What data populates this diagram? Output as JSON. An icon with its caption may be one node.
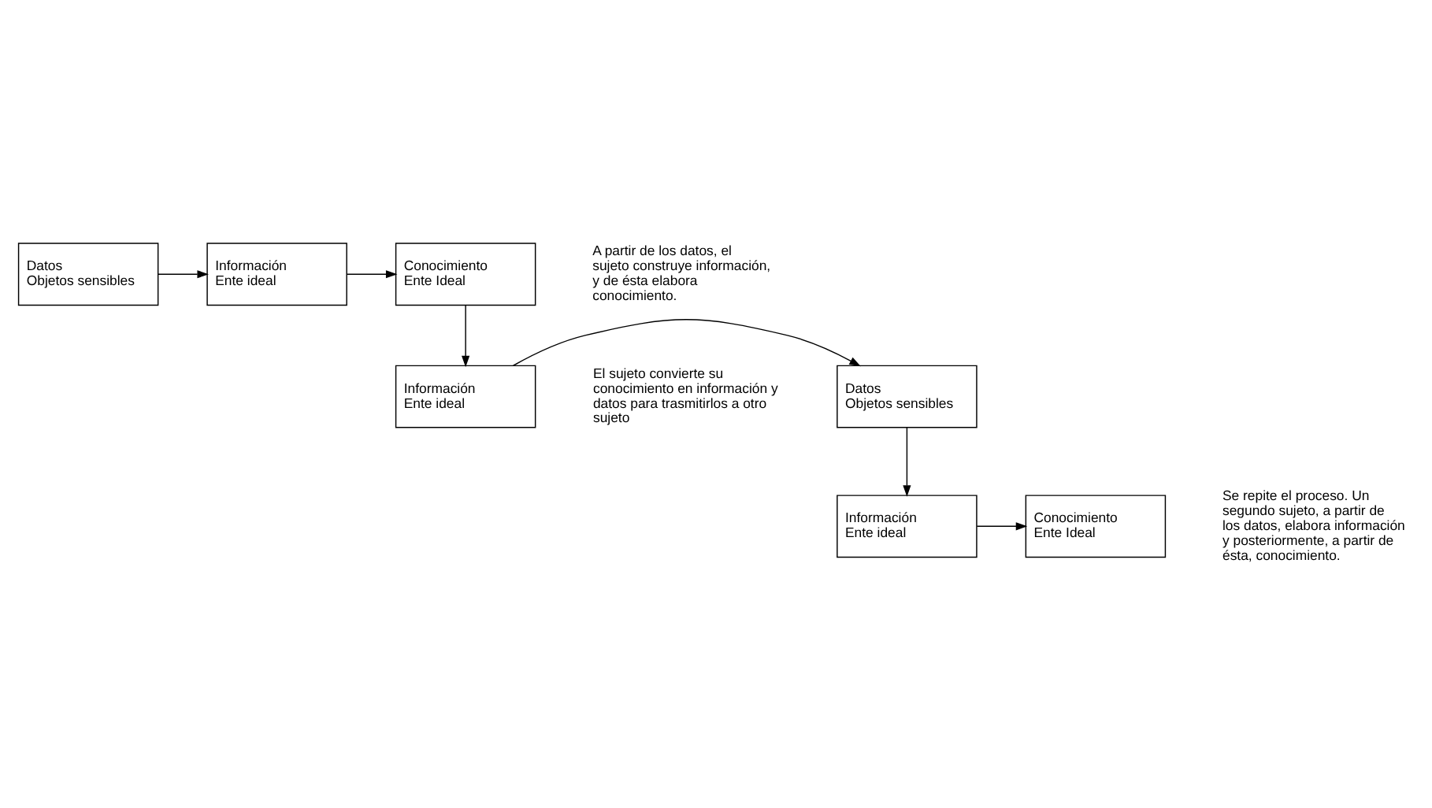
{
  "diagram": {
    "nodes": [
      {
        "text": [
          "Datos",
          "Objetos sensibles"
        ]
      },
      {
        "text": [
          "Información",
          "Ente ideal"
        ]
      },
      {
        "text": [
          "Conocimiento",
          "Ente Ideal"
        ]
      },
      {
        "text": [
          "Información",
          "Ente ideal"
        ]
      },
      {
        "text": [
          "Datos",
          "Objetos sensibles"
        ]
      },
      {
        "text": [
          "Información",
          "Ente ideal"
        ]
      },
      {
        "text": [
          "Conocimiento",
          "Ente Ideal"
        ]
      }
    ],
    "edges": [
      {
        "from": 0,
        "to": 1,
        "arrow": "to"
      },
      {
        "from": 1,
        "to": 2,
        "arrow": "to"
      },
      {
        "from": 2,
        "to": 3,
        "arrow": "to"
      },
      {
        "from": 3,
        "to": 4,
        "arrow": "to"
      },
      {
        "from": 4,
        "to": 5,
        "arrow": "to"
      },
      {
        "from": 5,
        "to": 6,
        "arrow": "to"
      }
    ],
    "labels": [
      "A partir de los datos, el sujeto construye información, y de ésta elabora conocimiento.",
      "El sujeto convierte su conocimiento en información y datos para trasmitirlos a otro sujeto",
      "Se repite el proceso. Un segundo sujeto, a partir de los datos, elabora información y posteriormente, a partir de ésta, conocimiento."
    ]
  }
}
